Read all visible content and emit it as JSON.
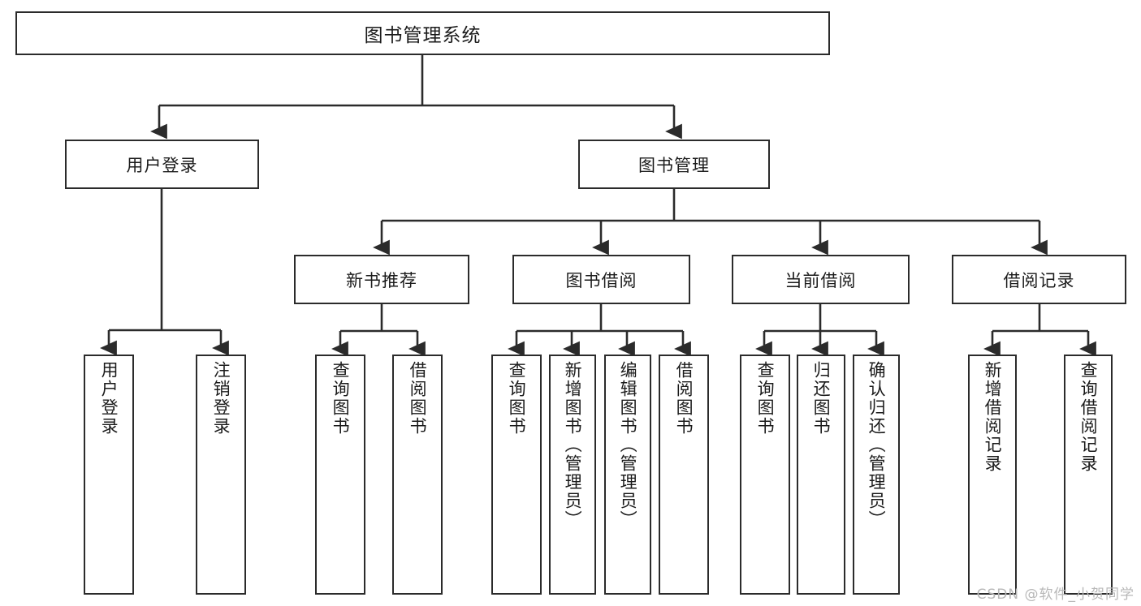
{
  "diagram": {
    "title": "图书管理系统",
    "watermark": "CSDN @软件_小贺同学",
    "line_color": "#2b2b2b",
    "box_fill": "#ffffff",
    "text_color": "#1b1b1b",
    "watermark_color": "#b8b8b8",
    "root": {
      "label": "图书管理系统"
    },
    "level2": [
      {
        "label": "用户登录"
      },
      {
        "label": "图书管理"
      }
    ],
    "level3": [
      {
        "label": "新书推荐"
      },
      {
        "label": "图书借阅"
      },
      {
        "label": "当前借阅"
      },
      {
        "label": "借阅记录"
      }
    ],
    "leaves": [
      {
        "label": "用户登录",
        "parent": "用户登录"
      },
      {
        "label": "注销登录",
        "parent": "用户登录"
      },
      {
        "label": "查询图书",
        "parent": "新书推荐"
      },
      {
        "label": "借阅图书",
        "parent": "新书推荐"
      },
      {
        "label": "查询图书",
        "parent": "图书借阅"
      },
      {
        "label": "新增图书（管理员）",
        "parent": "图书借阅"
      },
      {
        "label": "编辑图书（管理员）",
        "parent": "图书借阅"
      },
      {
        "label": "借阅图书",
        "parent": "图书借阅"
      },
      {
        "label": "查询图书",
        "parent": "当前借阅"
      },
      {
        "label": "归还图书",
        "parent": "当前借阅"
      },
      {
        "label": "确认归还（管理员）",
        "parent": "当前借阅"
      },
      {
        "label": "新增借阅记录",
        "parent": "借阅记录"
      },
      {
        "label": "查询借阅记录",
        "parent": "借阅记录"
      }
    ]
  },
  "chart_data": {
    "type": "table",
    "title": "图书管理系统 功能结构图",
    "hierarchy": {
      "name": "图书管理系统",
      "children": [
        {
          "name": "用户登录",
          "children": [
            {
              "name": "用户登录"
            },
            {
              "name": "注销登录"
            }
          ]
        },
        {
          "name": "图书管理",
          "children": [
            {
              "name": "新书推荐",
              "children": [
                {
                  "name": "查询图书"
                },
                {
                  "name": "借阅图书"
                }
              ]
            },
            {
              "name": "图书借阅",
              "children": [
                {
                  "name": "查询图书"
                },
                {
                  "name": "新增图书（管理员）"
                },
                {
                  "name": "编辑图书（管理员）"
                },
                {
                  "name": "借阅图书"
                }
              ]
            },
            {
              "name": "当前借阅",
              "children": [
                {
                  "name": "查询图书"
                },
                {
                  "name": "归还图书"
                },
                {
                  "name": "确认归还（管理员）"
                }
              ]
            },
            {
              "name": "借阅记录",
              "children": [
                {
                  "name": "新增借阅记录"
                },
                {
                  "name": "查询借阅记录"
                }
              ]
            }
          ]
        }
      ]
    }
  }
}
